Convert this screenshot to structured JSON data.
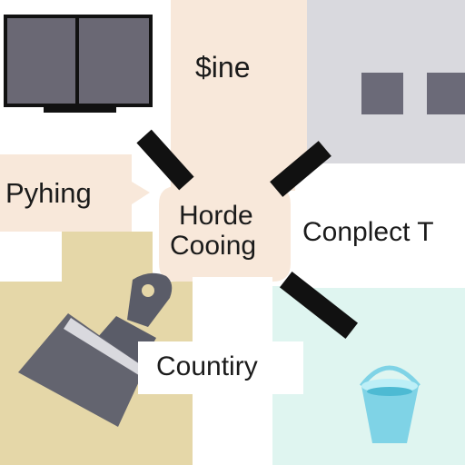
{
  "labels": {
    "top_center": "$ine",
    "left": "Pyhing",
    "center_line1": "Horde",
    "center_line2": "Cooing",
    "right": "Conplect T",
    "bottom": "Countiry"
  },
  "colors": {
    "peach": "#f8e8da",
    "gray_panel": "#d9d9de",
    "gray_box": "#6b6a78",
    "tan": "#e5d7a8",
    "mint": "#dff5f0",
    "white": "#ffffff",
    "text": "#1b1b1b",
    "bar": "#111111",
    "monitor": "#6a6874",
    "bucket": "#7fd3e6",
    "brush_handle": "#5a5c68",
    "brush_head": "#63646f"
  },
  "icons": {
    "top_left": "monitor-icon",
    "bottom_left": "paint-brush-icon",
    "bottom_right": "water-bucket-icon"
  }
}
